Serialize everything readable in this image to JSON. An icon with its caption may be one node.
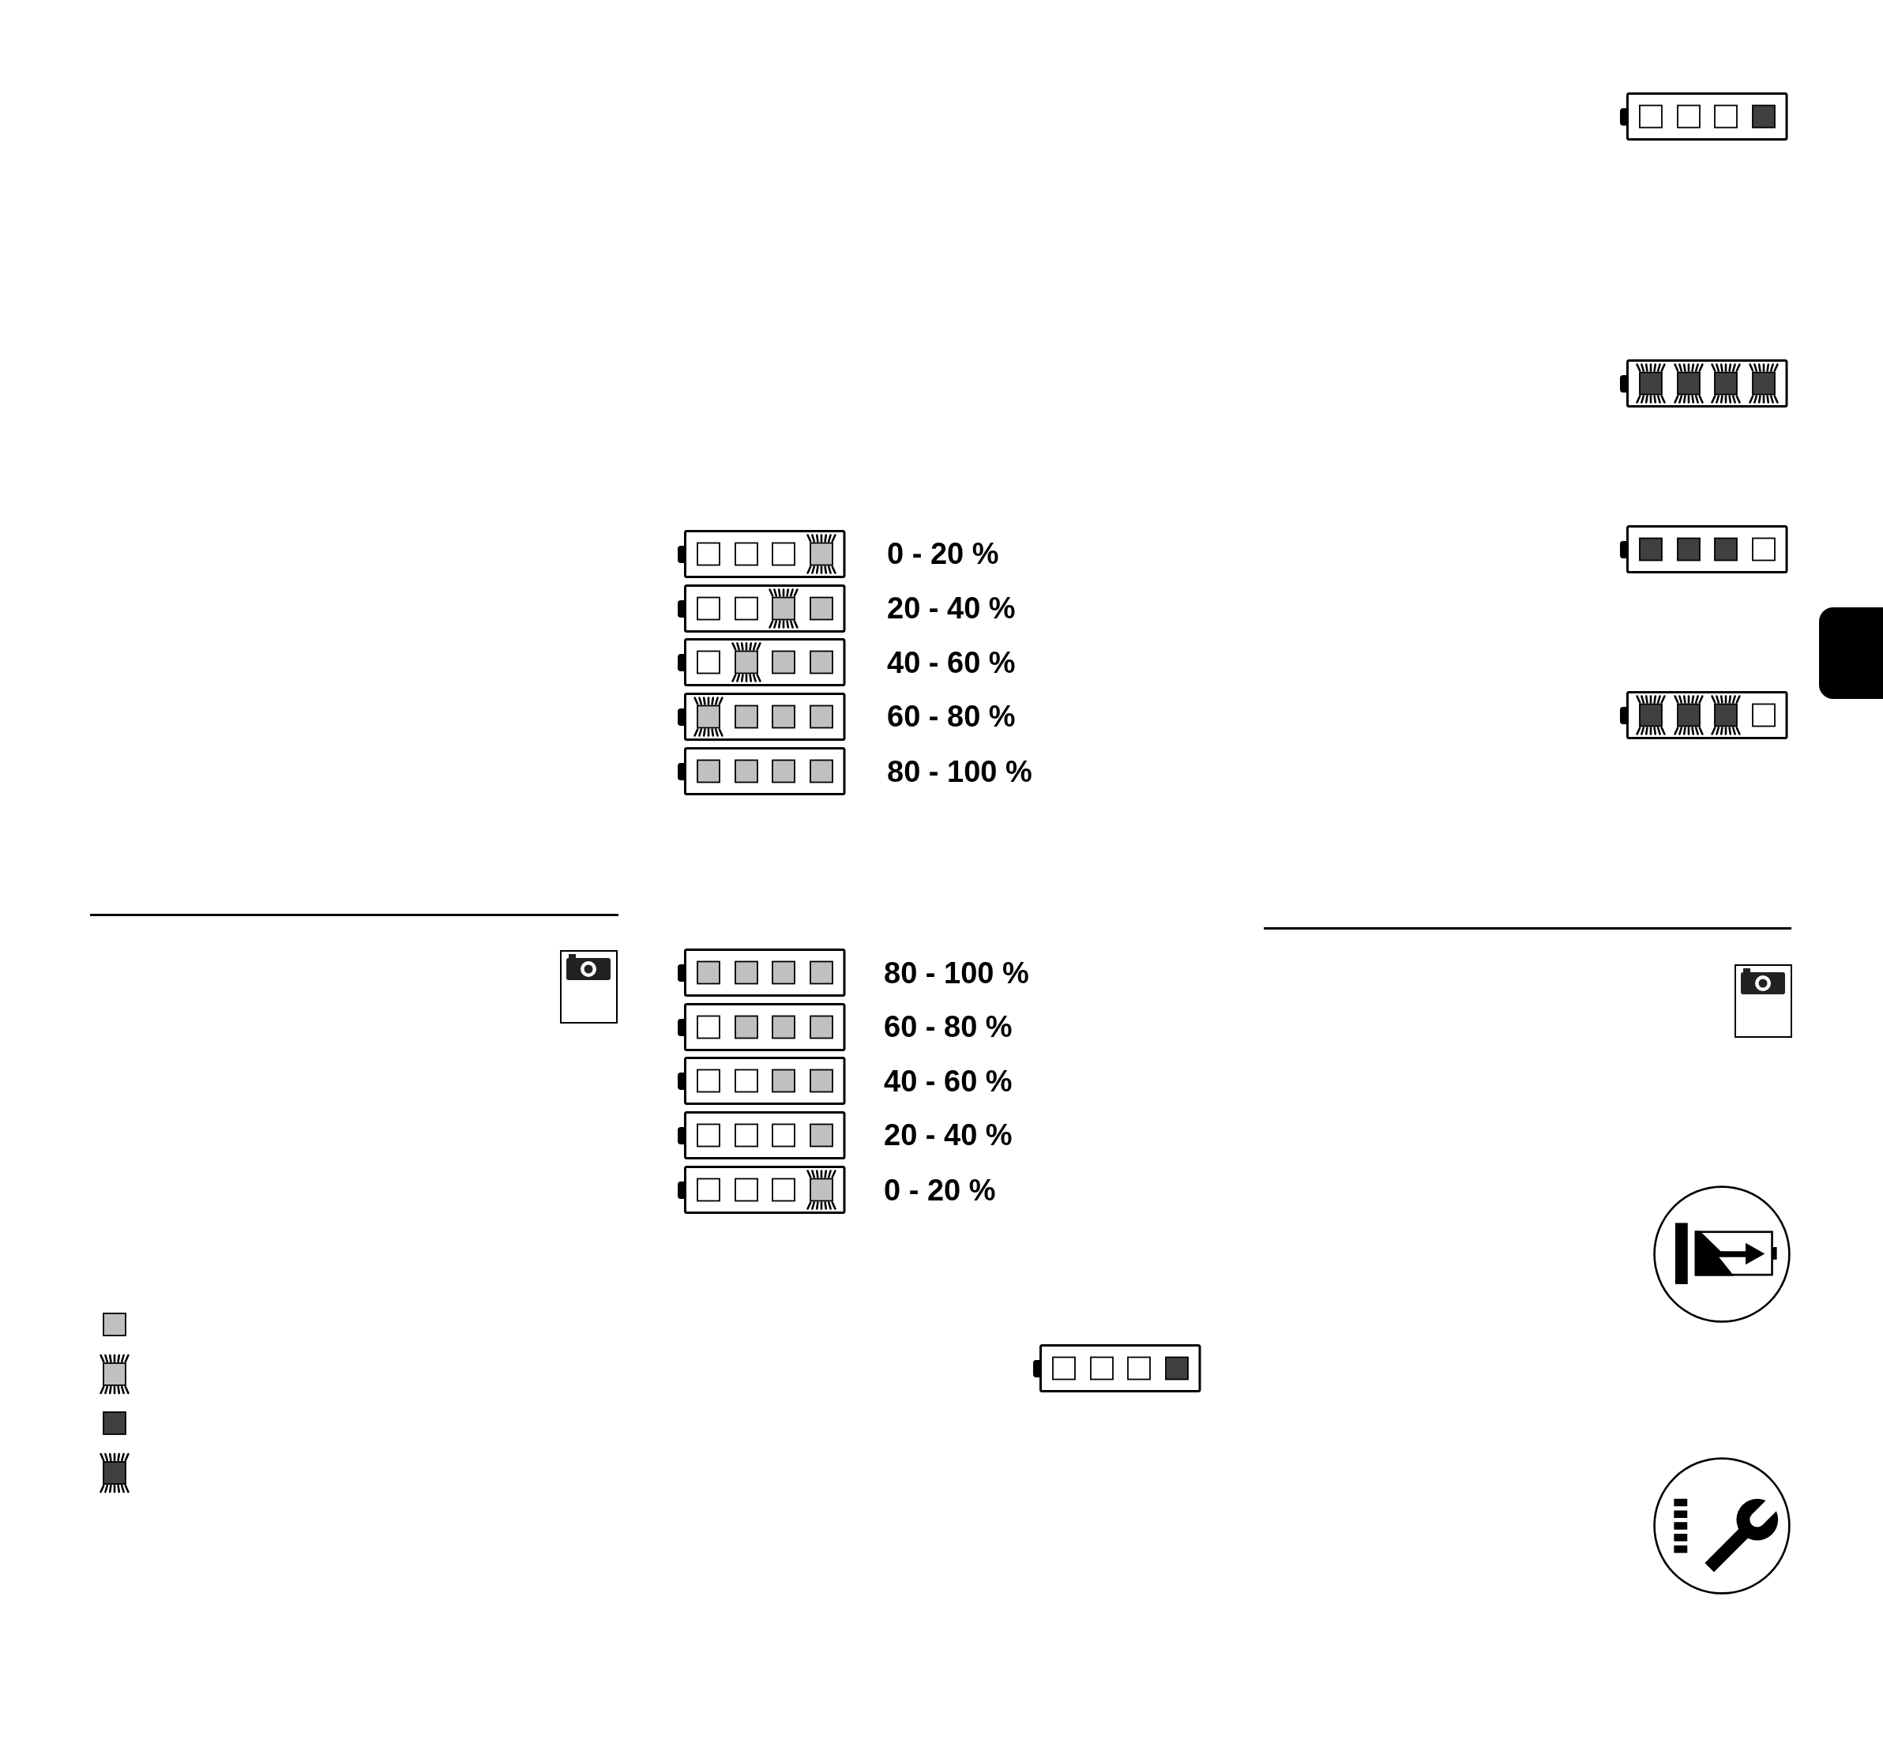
{
  "diagram": {
    "labels": [
      "0 - 20 %",
      "20 - 40 %",
      "40 - 60 %",
      "60 - 80 %",
      "80 - 100 %",
      "80 - 100 %",
      "60 - 80 %",
      "40 - 60 %",
      "20 - 40 %",
      "0 - 20 %"
    ]
  }
}
